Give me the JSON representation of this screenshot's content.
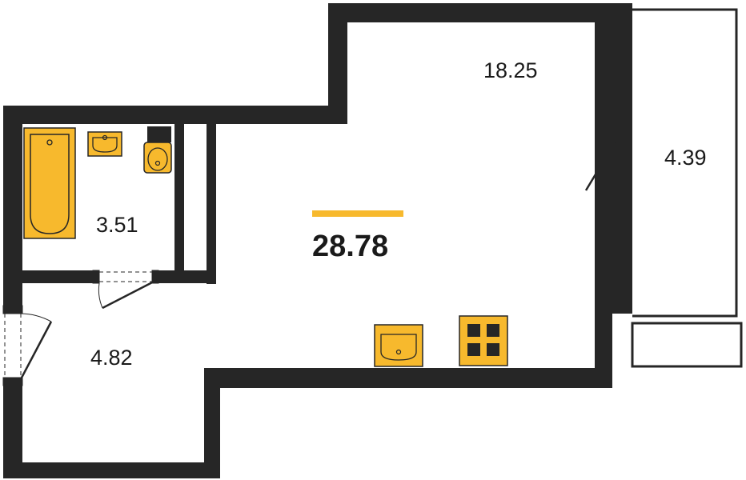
{
  "plan": {
    "accent_color": "#F7B92D",
    "wall_color": "#262626",
    "total_area": "28.78",
    "rooms": [
      {
        "id": "living",
        "area": "18.25"
      },
      {
        "id": "balcony",
        "area": "4.39"
      },
      {
        "id": "bathroom",
        "area": "3.51"
      },
      {
        "id": "hallway",
        "area": "4.82"
      }
    ],
    "fixtures": [
      "bathtub-icon",
      "washbasin-icon",
      "toilet-icon",
      "kitchen-sink-icon",
      "stove-icon"
    ]
  }
}
